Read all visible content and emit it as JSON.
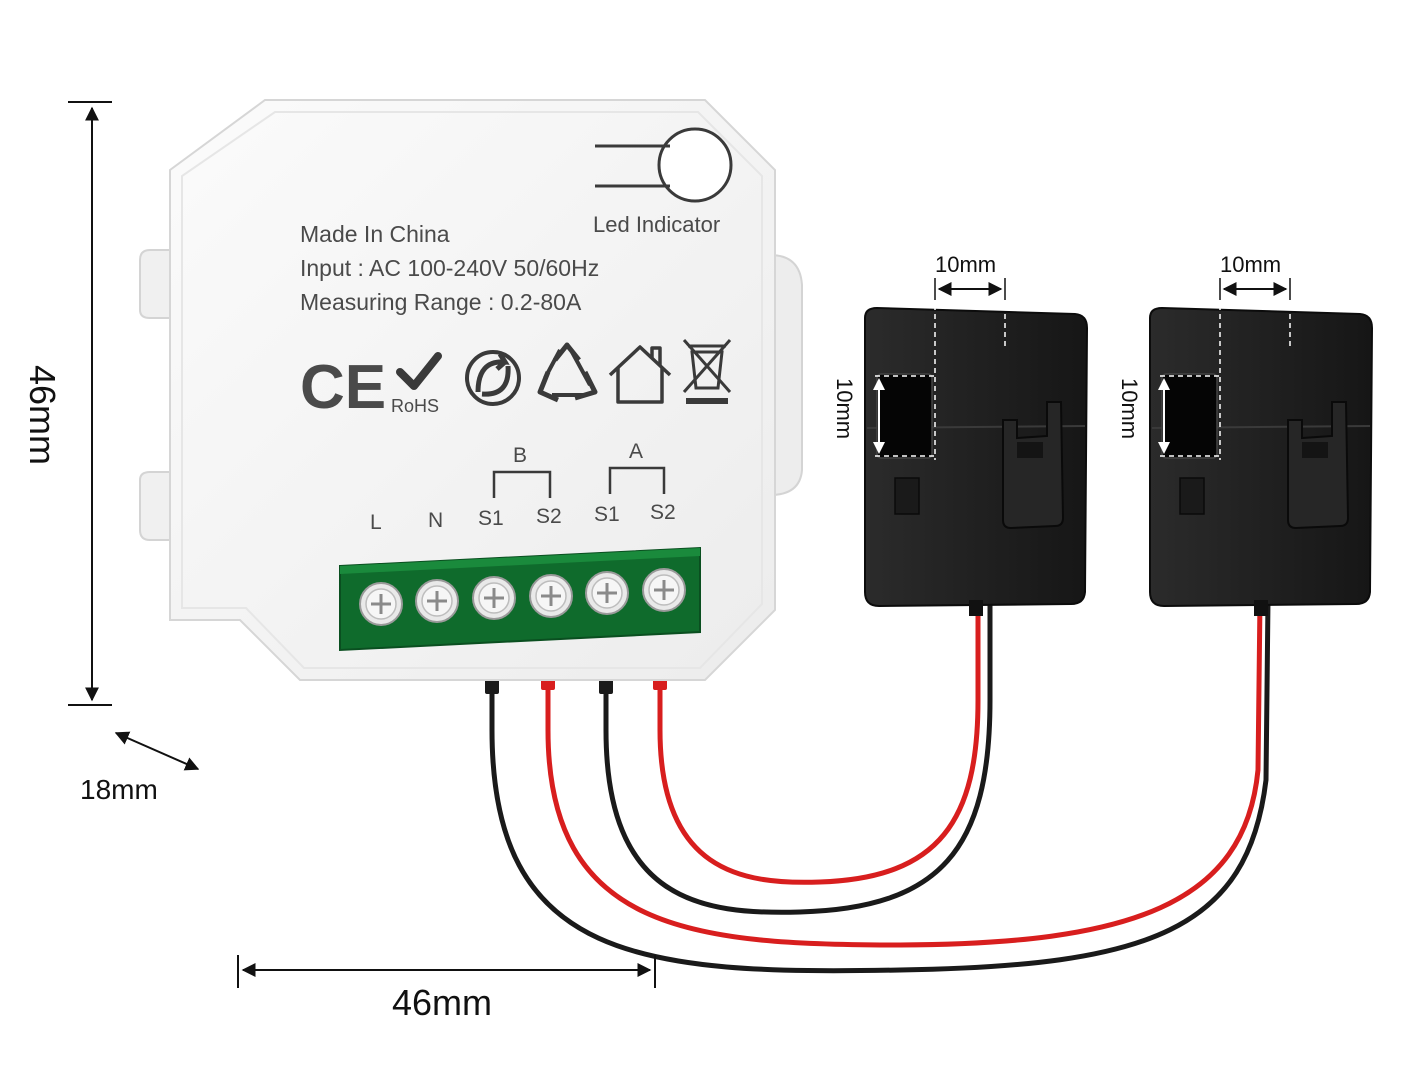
{
  "device": {
    "made_in": "Made In China",
    "input": "Input : AC 100-240V 50/60Hz",
    "range": "Measuring Range : 0.2-80A",
    "led_label": "Led Indicator",
    "cert_ce": "CE",
    "cert_rohs": "RoHS",
    "group_b": "B",
    "group_a": "A",
    "terminals": [
      "L",
      "N",
      "S1",
      "S2",
      "S1",
      "S2"
    ]
  },
  "dimensions": {
    "height": "46mm",
    "width": "46mm",
    "depth": "18mm"
  },
  "clamps": [
    {
      "width": "10mm",
      "hole": "10mm"
    },
    {
      "width": "10mm",
      "hole": "10mm"
    }
  ],
  "colors": {
    "housing": "#f7f7f7",
    "terminal_block": "#0f6b2c",
    "clamp": "#1f1f1f",
    "wire_red": "#d81e1e",
    "wire_black": "#1a1a1a"
  }
}
